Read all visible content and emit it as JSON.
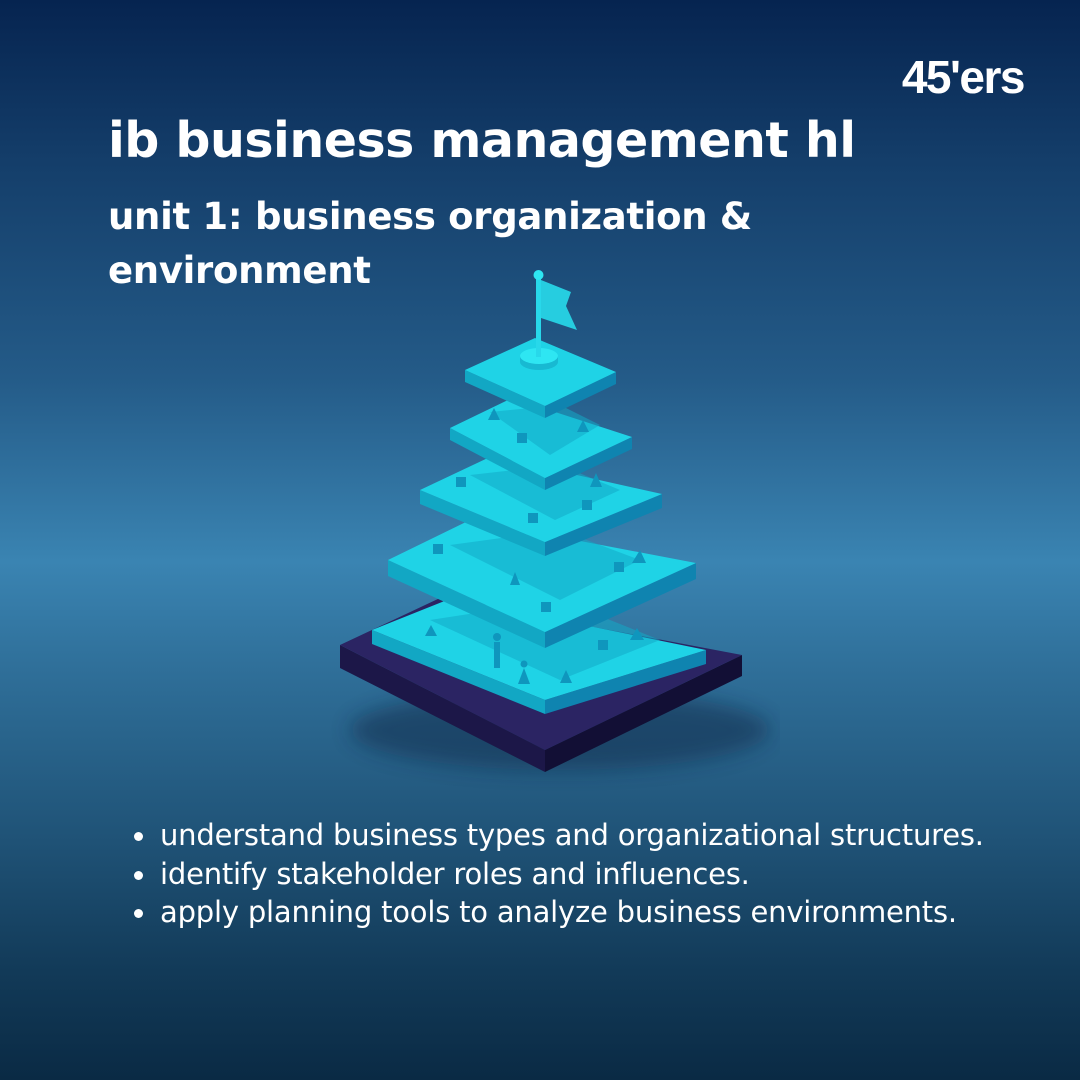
{
  "brand": {
    "logo_text": "45'ers"
  },
  "header": {
    "title": "ib business management hl",
    "subtitle": "unit 1: business organization & environment"
  },
  "illustration": {
    "name": "isometric-pyramid-with-flag",
    "tiers": 5,
    "colors": {
      "tier_top": "#1fd3e6",
      "tier_side_left": "#12a7c4",
      "tier_side_right": "#0f84b0",
      "base_top": "#2b2463",
      "base_side": "#1c1748",
      "flag": "#26cde0"
    }
  },
  "objectives": {
    "items": [
      {
        "text": "understand business types and organizational structures."
      },
      {
        "text": "identify stakeholder roles and influences."
      },
      {
        "text": "apply planning tools to analyze business environments."
      }
    ]
  },
  "colors": {
    "background_top": "#062450",
    "background_mid": "#3a84b2",
    "background_bottom": "#0a2a44",
    "text": "#ffffff"
  }
}
